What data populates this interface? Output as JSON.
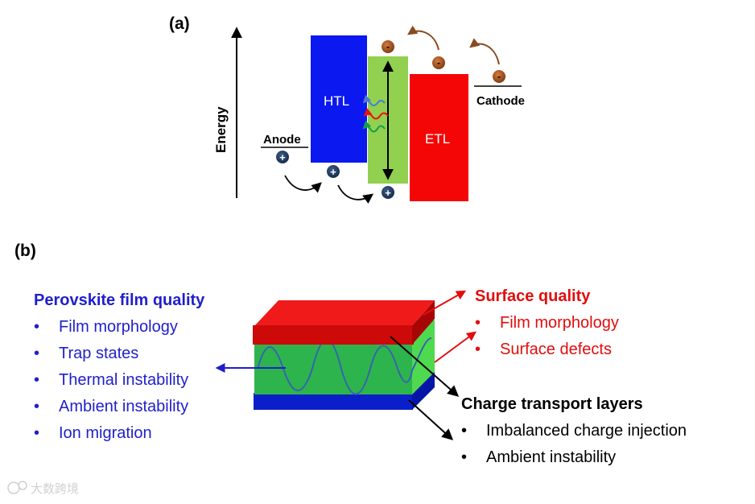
{
  "panel_a": {
    "label": "(a)",
    "axis_label": "Energy",
    "htl_label": "HTL",
    "etl_label": "ETL",
    "anode_label": "Anode",
    "cathode_label": "Cathode",
    "electron_sign": "-",
    "hole_sign": "+",
    "colors": {
      "htl": "#0b18ef",
      "etl": "#f40606",
      "perovskite": "#92d050",
      "arrow": "#8a4a1e"
    }
  },
  "panel_b": {
    "label": "(b)",
    "perovskite": {
      "title": "Perovskite film quality",
      "items": [
        "Film morphology",
        "Trap states",
        "Thermal instability",
        "Ambient instability",
        "Ion migration"
      ],
      "color": "#1f1fcc"
    },
    "surface": {
      "title": "Surface quality",
      "items": [
        "Film morphology",
        "Surface defects"
      ],
      "color": "#e30d0d"
    },
    "transport": {
      "title": "Charge transport layers",
      "items": [
        "Imbalanced charge injection",
        "Ambient instability"
      ],
      "color": "#000000"
    },
    "bullet": "•"
  },
  "watermark": "大数跨境"
}
